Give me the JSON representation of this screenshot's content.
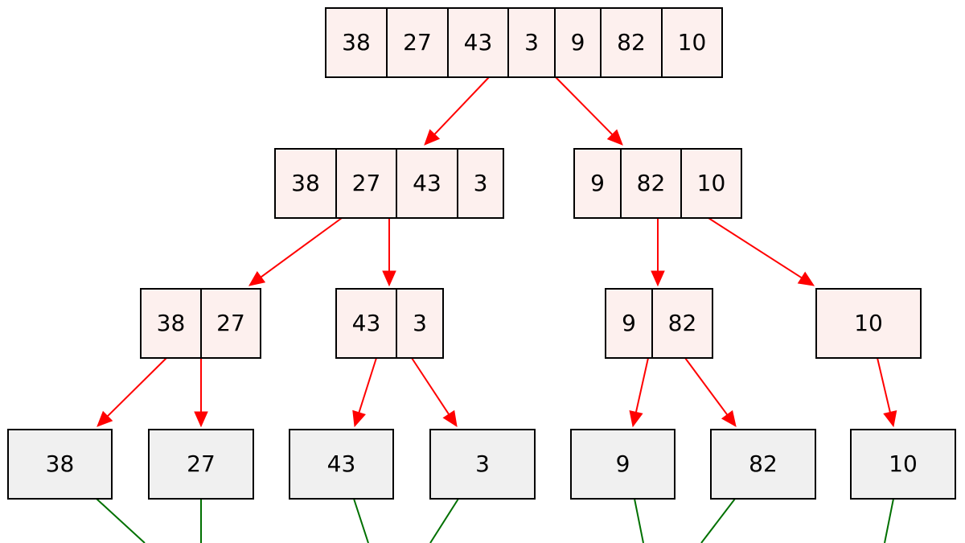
{
  "diagram": {
    "colors": {
      "node_fill": "#fdf0ee",
      "leaf_fill": "#f0f0f0",
      "border": "#000000",
      "split_edge": "#ff0000",
      "merge_edge": "#007000"
    },
    "nodes": [
      {
        "id": "root",
        "values": [
          "38",
          "27",
          "43",
          "3",
          "9",
          "82",
          "10"
        ],
        "kind": "split"
      },
      {
        "id": "l",
        "values": [
          "38",
          "27",
          "43",
          "3"
        ],
        "kind": "split"
      },
      {
        "id": "r",
        "values": [
          "9",
          "82",
          "10"
        ],
        "kind": "split"
      },
      {
        "id": "ll",
        "values": [
          "38",
          "27"
        ],
        "kind": "split"
      },
      {
        "id": "lr",
        "values": [
          "43",
          "3"
        ],
        "kind": "split"
      },
      {
        "id": "rl",
        "values": [
          "9",
          "82"
        ],
        "kind": "split"
      },
      {
        "id": "rr",
        "values": [
          "10"
        ],
        "kind": "split"
      },
      {
        "id": "leaf-38",
        "values": [
          "38"
        ],
        "kind": "leaf"
      },
      {
        "id": "leaf-27",
        "values": [
          "27"
        ],
        "kind": "leaf"
      },
      {
        "id": "leaf-43",
        "values": [
          "43"
        ],
        "kind": "leaf"
      },
      {
        "id": "leaf-3",
        "values": [
          "3"
        ],
        "kind": "leaf"
      },
      {
        "id": "leaf-9",
        "values": [
          "9"
        ],
        "kind": "leaf"
      },
      {
        "id": "leaf-82",
        "values": [
          "82"
        ],
        "kind": "leaf"
      },
      {
        "id": "leaf-10",
        "values": [
          "10"
        ],
        "kind": "leaf"
      }
    ],
    "split_edges": [
      [
        "root",
        "l"
      ],
      [
        "root",
        "r"
      ],
      [
        "l",
        "ll"
      ],
      [
        "l",
        "lr"
      ],
      [
        "r",
        "rl"
      ],
      [
        "r",
        "rr"
      ],
      [
        "ll",
        "leaf-38"
      ],
      [
        "ll",
        "leaf-27"
      ],
      [
        "lr",
        "leaf-43"
      ],
      [
        "lr",
        "leaf-3"
      ],
      [
        "rl",
        "leaf-9"
      ],
      [
        "rl",
        "leaf-82"
      ],
      [
        "rr",
        "leaf-10"
      ]
    ],
    "merge_edges": [
      "leaf-38",
      "leaf-27",
      "leaf-43",
      "leaf-3",
      "leaf-9",
      "leaf-82",
      "leaf-10"
    ]
  }
}
